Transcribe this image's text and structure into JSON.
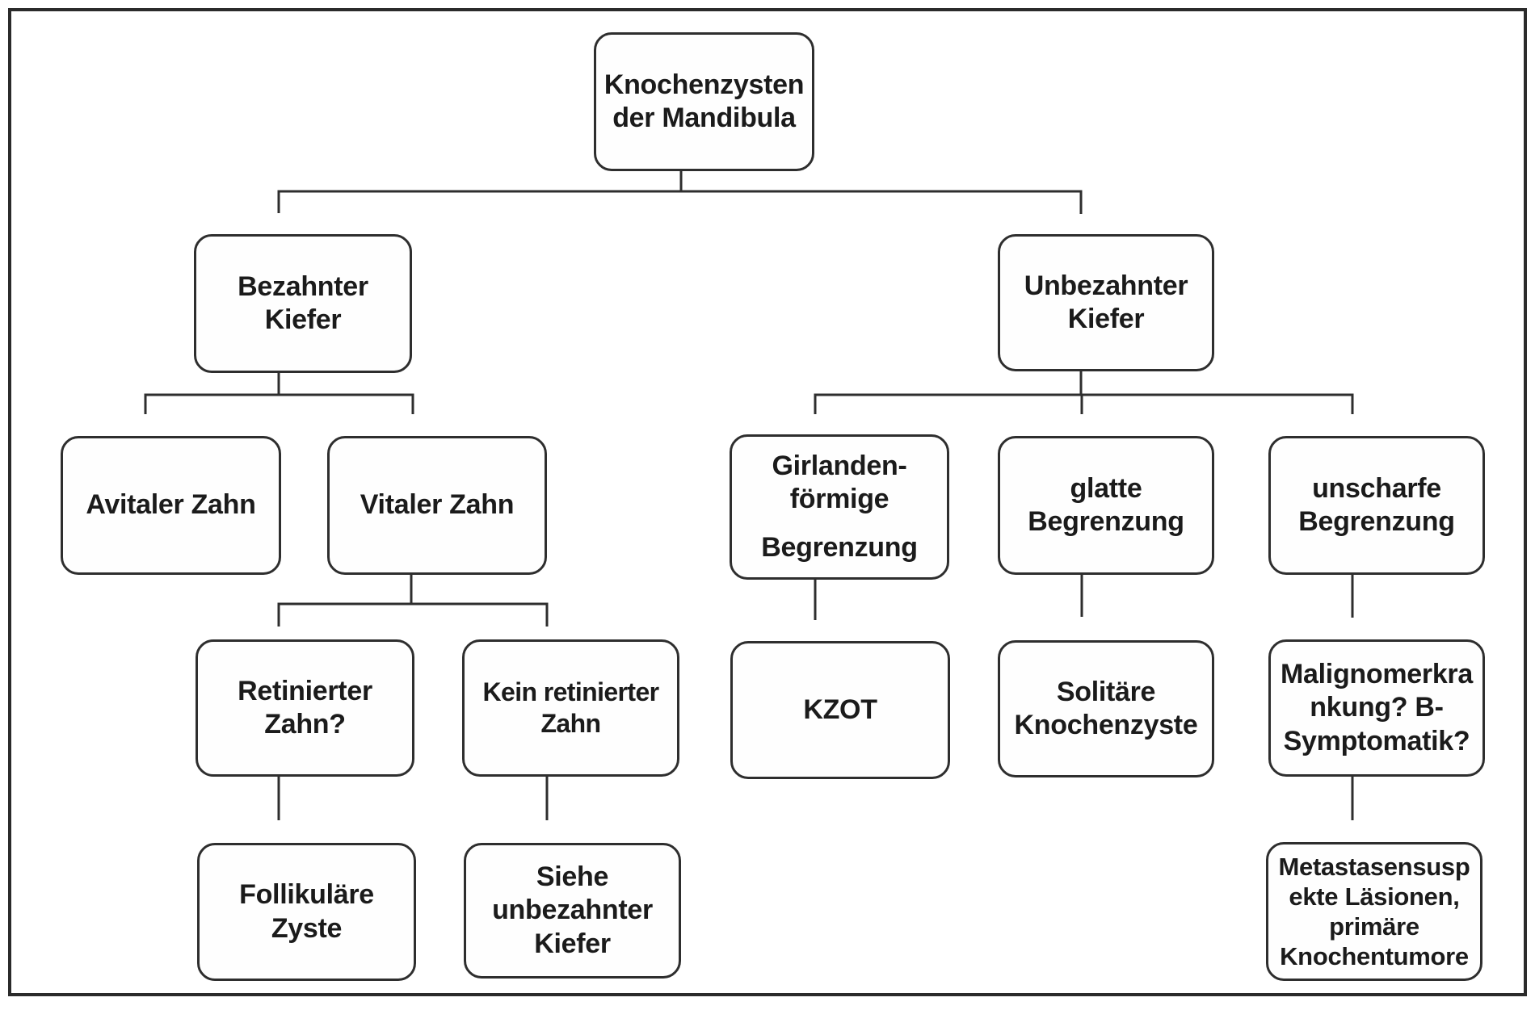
{
  "diagram": {
    "title": "Knochenzysten der Mandibula",
    "type": "flowchart-decision-tree",
    "line_color": "#2e2e2e",
    "box_background": "#fefefe",
    "text_color": "#1b1b1b"
  },
  "nodes": {
    "root": {
      "label": "Knochenzysten\nder Mandibula"
    },
    "bezahnter": {
      "label": "Bezahnter\nKiefer"
    },
    "unbezahnter": {
      "label": "Unbezahnter\nKiefer"
    },
    "avitaler": {
      "label": "Avitaler Zahn"
    },
    "vitaler": {
      "label": "Vitaler Zahn"
    },
    "girlanden": {
      "label_top": "Girlanden-\nförmige",
      "label_bottom": "Begrenzung"
    },
    "glatte": {
      "label": "glatte\nBegrenzung"
    },
    "unscharfe": {
      "label": "unscharfe\nBegrenzung"
    },
    "retinierter": {
      "label": "Retinierter\nZahn?"
    },
    "kein_retinierter": {
      "label": "Kein retinierter\nZahn"
    },
    "kzot": {
      "label": "KZOT"
    },
    "solitaere": {
      "label": "Solitäre\nKnochenzyste"
    },
    "malignom": {
      "label": "Malignomerkra\nnkung? B-\nSymptomatik?"
    },
    "follikulaere": {
      "label": "Follikuläre\nZyste"
    },
    "siehe": {
      "label": "Siehe\nunbezahnter\nKiefer"
    },
    "metastasen": {
      "label": "Metastasensusp\nekte Läsionen,\nprimäre\nKnochentumore"
    }
  }
}
